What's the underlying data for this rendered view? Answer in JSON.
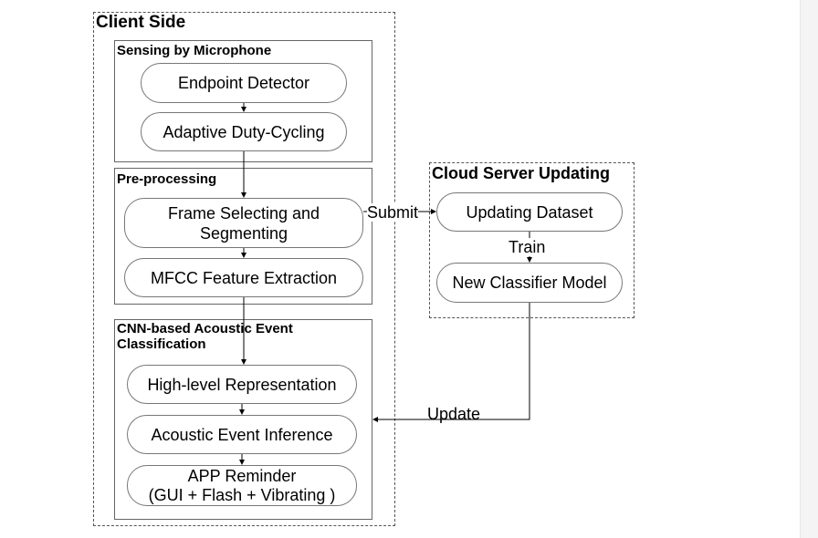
{
  "client": {
    "title": "Client Side",
    "sensing": {
      "title": "Sensing by Microphone",
      "endpoint": "Endpoint Detector",
      "duty": "Adaptive Duty-Cycling"
    },
    "pre": {
      "title": "Pre-processing",
      "frame_line1": "Frame Selecting and",
      "frame_line2": "Segmenting",
      "mfcc": "MFCC Feature Extraction"
    },
    "cnn": {
      "title_line1": "CNN-based Acoustic Event",
      "title_line2": "Classification",
      "high": "High-level Representation",
      "inference": "Acoustic Event Inference",
      "app_line1": "APP Reminder",
      "app_line2": "(GUI + Flash + Vibrating )"
    }
  },
  "cloud": {
    "title": "Cloud Server Updating",
    "dataset": "Updating Dataset",
    "model": "New Classifier Model"
  },
  "edges": {
    "submit": "Submit",
    "train": "Train",
    "update": "Update"
  }
}
